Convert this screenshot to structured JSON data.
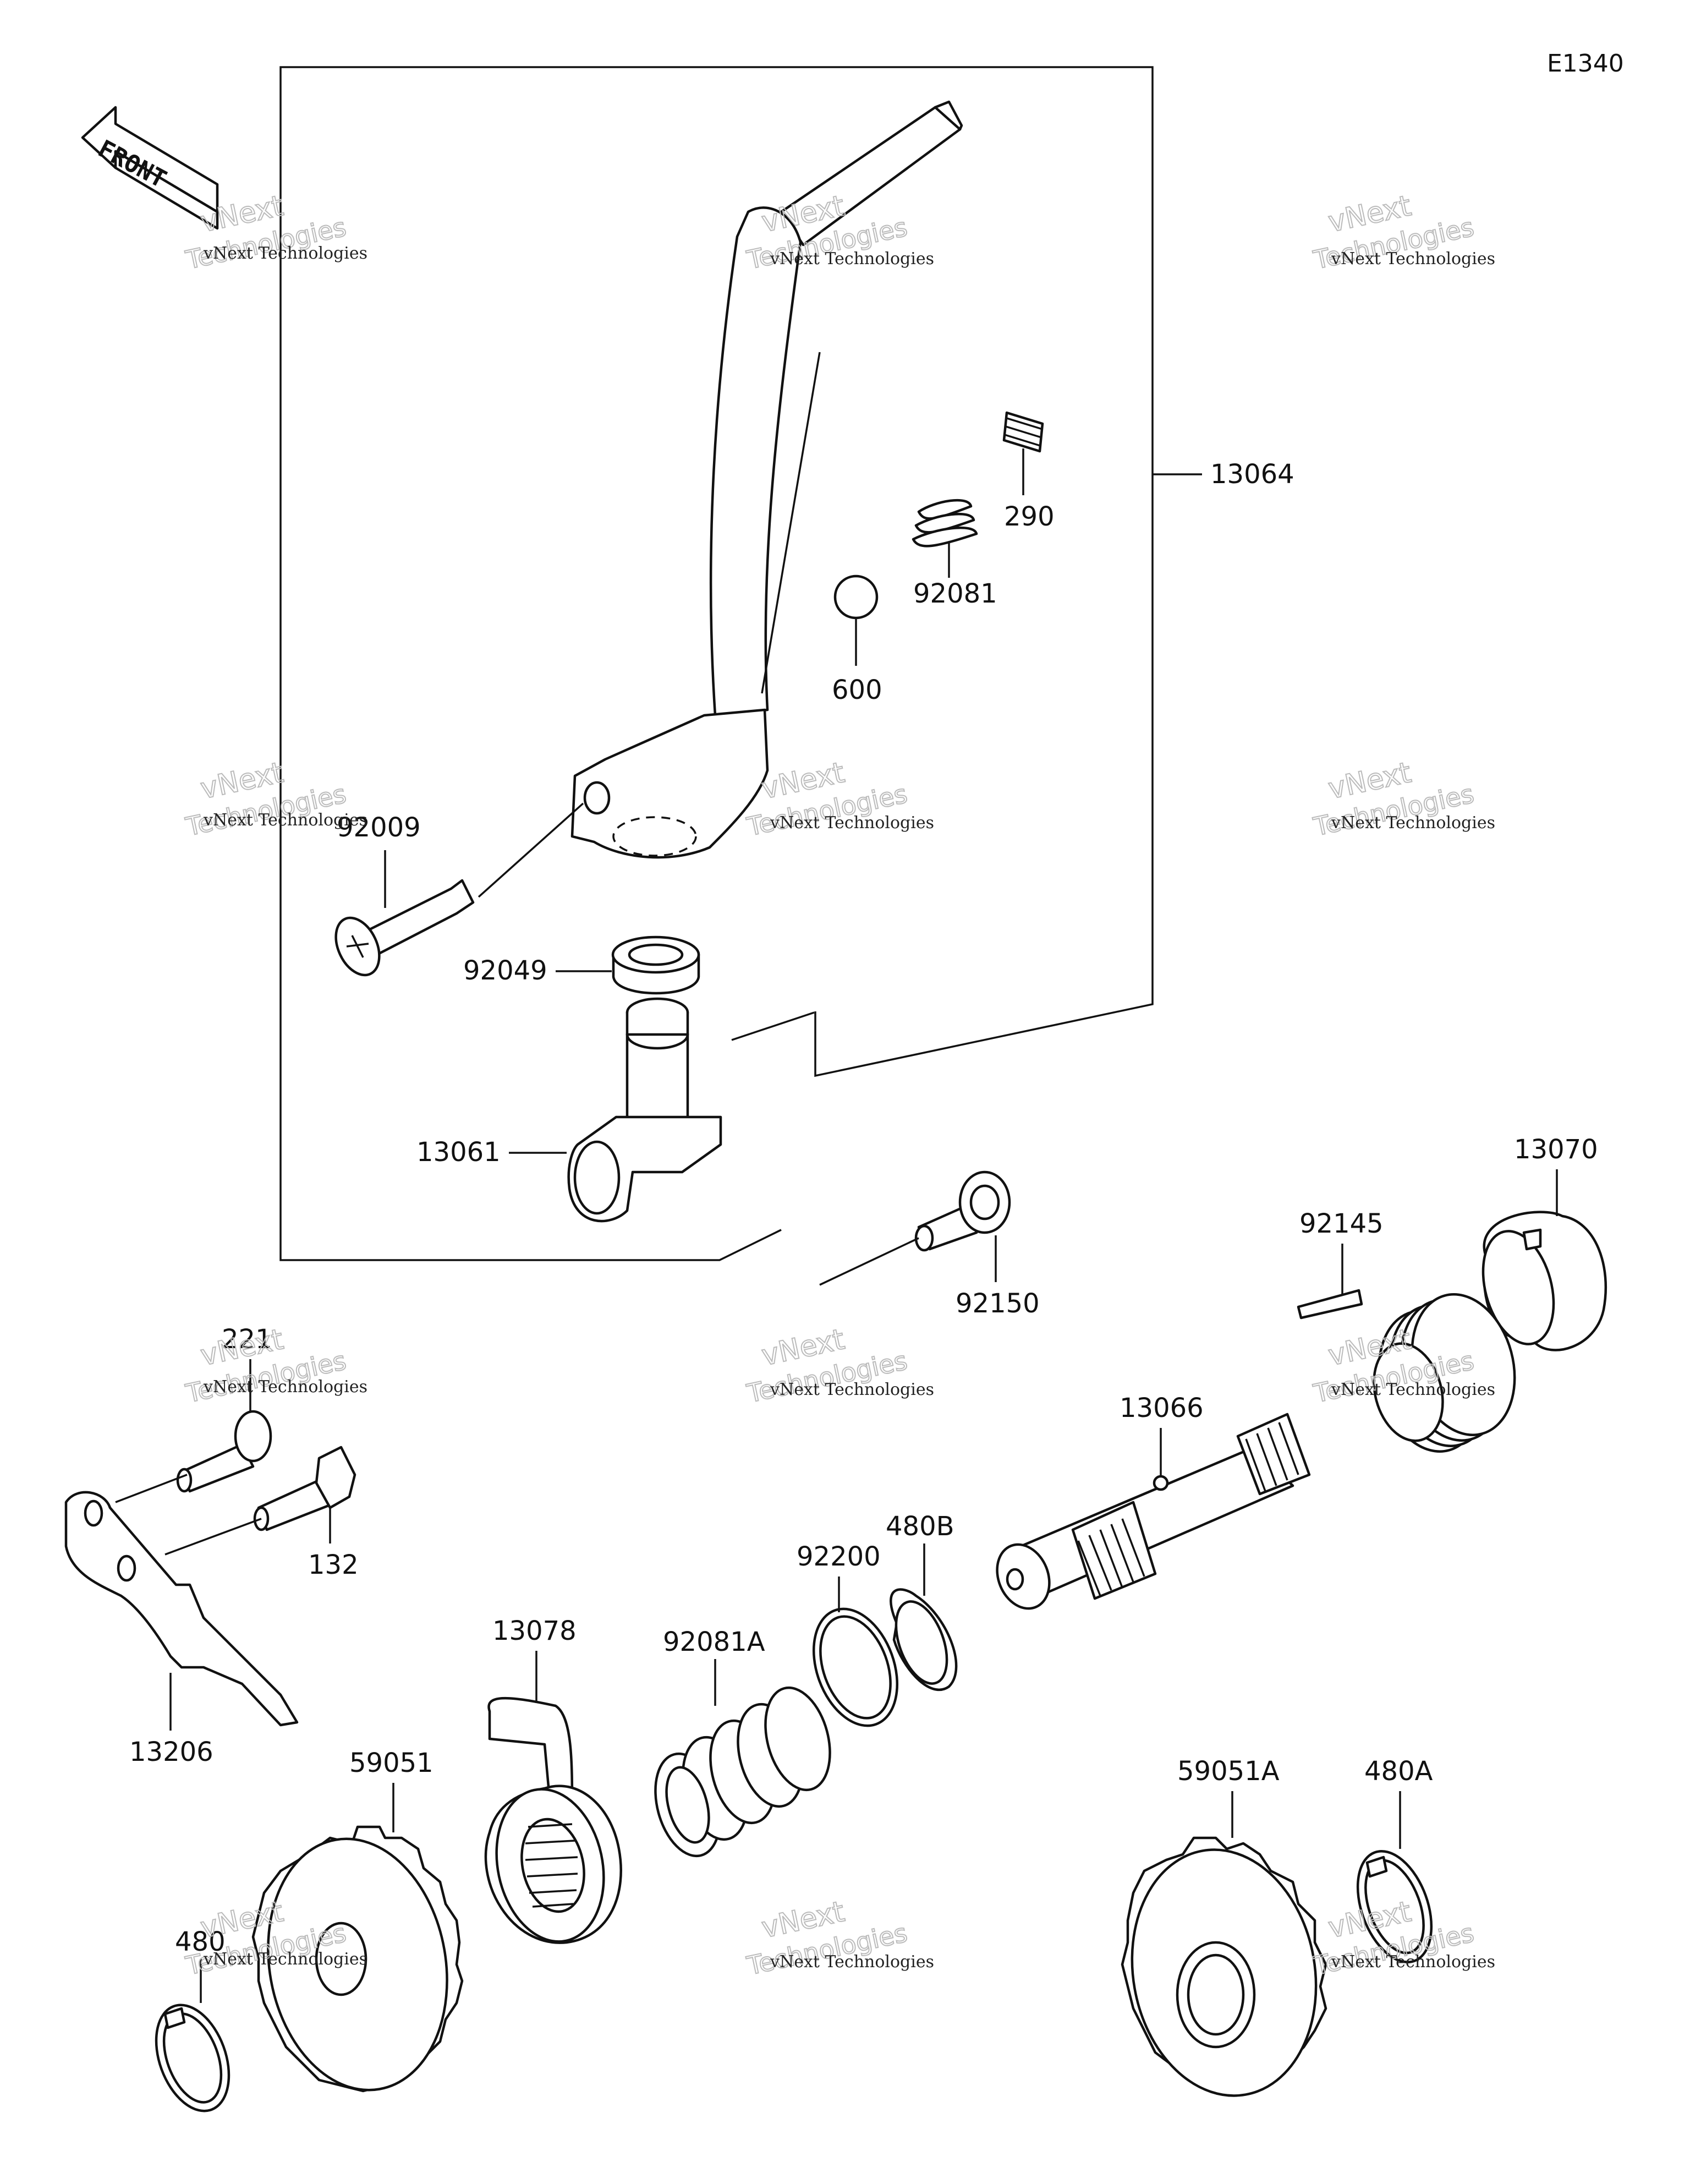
{
  "diagram_code": "E1340",
  "front_label": "FRONT",
  "watermark": {
    "line1": "vNext Technologies",
    "line2": "vNext",
    "line3": "Technologies"
  },
  "parts": {
    "p13064": "13064",
    "p290": "290",
    "p92081": "92081",
    "p600": "600",
    "p92009": "92009",
    "p92049": "92049",
    "p13061": "13061",
    "p92150": "92150",
    "p13070": "13070",
    "p92145": "92145",
    "p221": "221",
    "p13066": "13066",
    "p132": "132",
    "p480B": "480B",
    "p92200": "92200",
    "p13206": "13206",
    "p13078": "13078",
    "p92081A": "92081A",
    "p59051": "59051",
    "p59051A": "59051A",
    "p480A": "480A",
    "p480": "480"
  }
}
